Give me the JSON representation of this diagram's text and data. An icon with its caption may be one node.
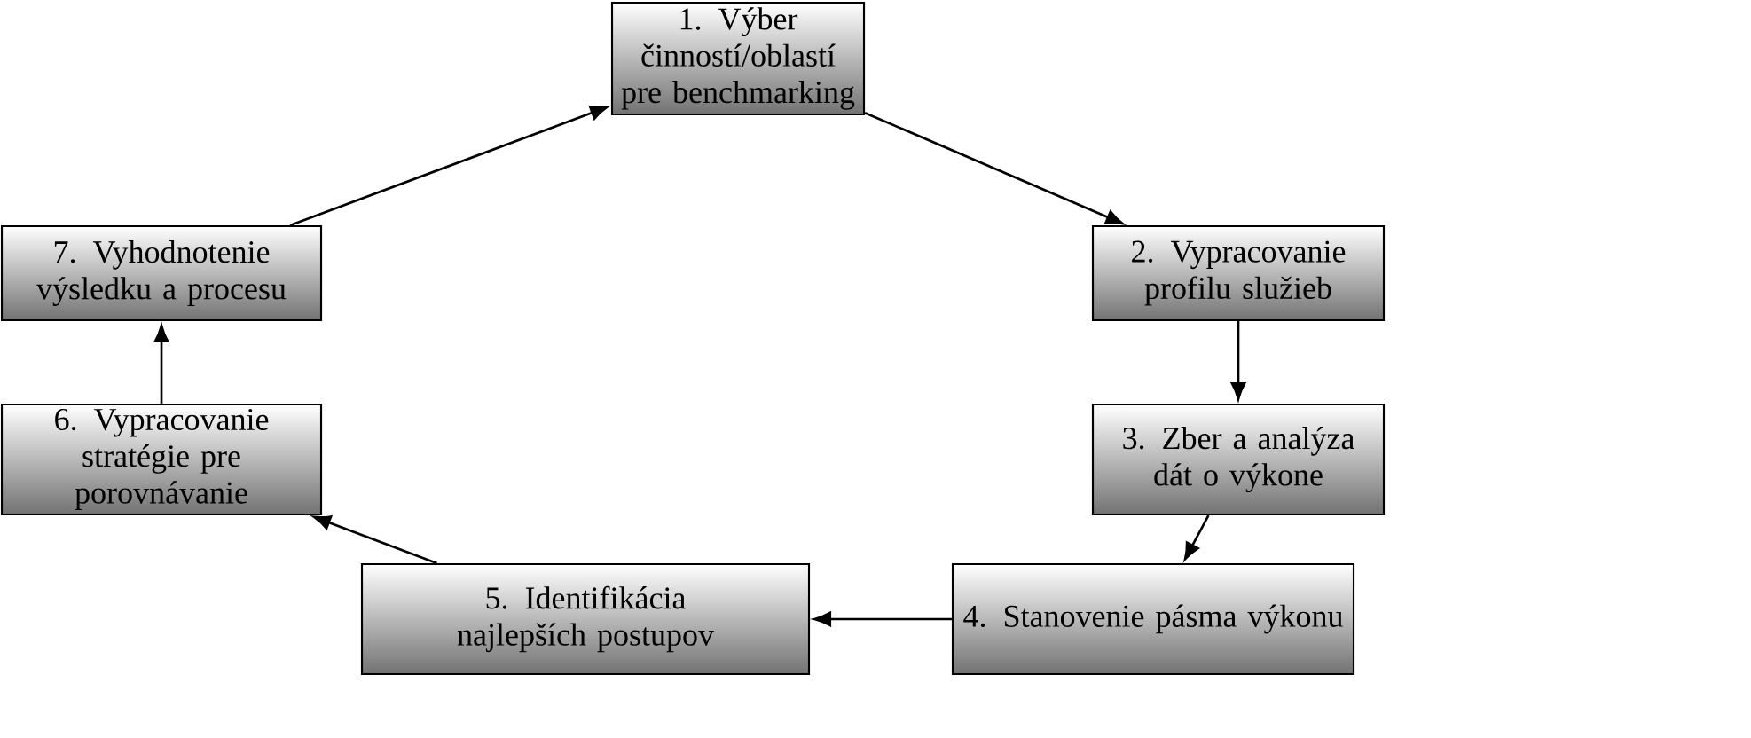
{
  "diagram": {
    "nodes": [
      {
        "text": [
          "1. Výber činností/oblastí pre benchmarking"
        ]
      },
      {
        "text": [
          "2. Vypracovanie profilu služieb"
        ]
      },
      {
        "text": [
          "3. Zber a analýza dát o výkone"
        ]
      },
      {
        "text": [
          "4. Stanovenie pásma výkonu"
        ]
      },
      {
        "text": [
          "5. Identifikácia najlepších postupov"
        ]
      },
      {
        "text": [
          "6. Vypracovanie stratégie pre porovnávanie"
        ]
      },
      {
        "text": [
          "7. Vyhodnotenie výsledku a procesu"
        ]
      }
    ],
    "edges": [
      {
        "from": 0,
        "to": 1,
        "arrow": "to"
      },
      {
        "from": 1,
        "to": 2,
        "arrow": "to"
      },
      {
        "from": 2,
        "to": 3,
        "arrow": "to"
      },
      {
        "from": 3,
        "to": 4,
        "arrow": "to"
      },
      {
        "from": 4,
        "to": 5,
        "arrow": "to"
      },
      {
        "from": 5,
        "to": 6,
        "arrow": "to"
      },
      {
        "from": 6,
        "to": 0,
        "arrow": "to"
      }
    ]
  }
}
